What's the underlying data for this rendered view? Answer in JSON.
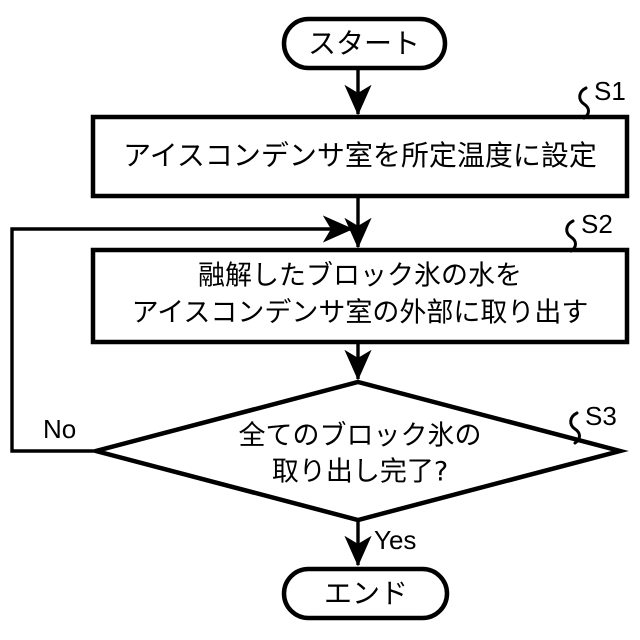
{
  "diagram": {
    "type": "flowchart",
    "language": "ja",
    "background_color": "#ffffff",
    "line_color": "#000000",
    "nodes": [
      {
        "id": "start",
        "shape": "stadium",
        "label": "スタート",
        "step_label": ""
      },
      {
        "id": "s1",
        "shape": "process",
        "label": "アイスコンデンサ室を所定温度に設定",
        "step_label": "S1"
      },
      {
        "id": "s2",
        "shape": "process",
        "label_line1": "融解したブロック氷の水を",
        "label_line2": "アイスコンデンサ室の外部に取り出す",
        "step_label": "S2"
      },
      {
        "id": "s3",
        "shape": "decision",
        "label_line1": "全てのブロック氷の",
        "label_line2": "取り出し完了?",
        "step_label": "S3"
      },
      {
        "id": "end",
        "shape": "stadium",
        "label": "エンド",
        "step_label": ""
      }
    ],
    "edges": [
      {
        "id": "start-to-s1",
        "from": "start",
        "to": "s1",
        "label": ""
      },
      {
        "id": "s1-to-s2",
        "from": "s1",
        "to": "s2",
        "label": ""
      },
      {
        "id": "s2-to-s3",
        "from": "s2",
        "to": "s3",
        "label": ""
      },
      {
        "id": "s3-to-end",
        "from": "s3",
        "to": "end",
        "label": "Yes"
      },
      {
        "id": "s3-loop-to-s2",
        "from": "s3",
        "to": "s2",
        "label": "No"
      }
    ]
  }
}
